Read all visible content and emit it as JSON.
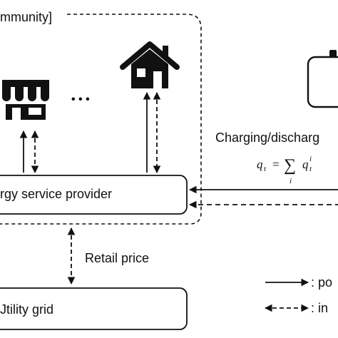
{
  "community_label": "mmunity]",
  "esp_label": "rgy service provider",
  "ellipsis": "• • •",
  "retail_label": "Retail price",
  "grid_label": "Jtility grid",
  "charging_label": "Charging/discharg",
  "formula": {
    "lhs": "q",
    "lhs_sub": "t",
    "equals": "=",
    "sum": "∑",
    "sum_index": "i",
    "rhs": "q",
    "rhs_sub": "t",
    "rhs_sup": "i"
  },
  "legend": {
    "power_label": ": po",
    "info_label": ": in"
  }
}
